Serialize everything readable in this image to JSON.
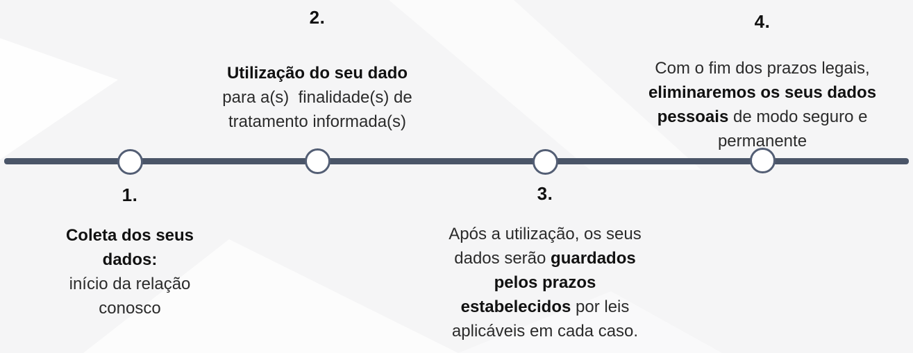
{
  "diagram_title": "data-lifecycle-timeline",
  "colors": {
    "background": "#f5f5f6",
    "background_shape": "#ffffff",
    "line": "#4a5568",
    "node_border": "#535e74",
    "node_fill": "#ffffff",
    "text": "#2b2b2b",
    "bold_text": "#111111"
  },
  "timeline": {
    "node_count": 4,
    "orientation": "horizontal"
  },
  "steps": [
    {
      "number": "1.",
      "position": "below",
      "lines": [
        [
          {
            "text": "Coleta dos seus",
            "bold": true
          }
        ],
        [
          {
            "text": "dados:",
            "bold": true
          }
        ],
        [
          {
            "text": "início da relação",
            "bold": false
          }
        ],
        [
          {
            "text": "conosco",
            "bold": false
          }
        ]
      ]
    },
    {
      "number": "2.",
      "position": "above",
      "lines": [
        [
          {
            "text": "Utilização do seu dado",
            "bold": true
          }
        ],
        [
          {
            "text": "para a(s)  finalidade(s) de",
            "bold": false
          }
        ],
        [
          {
            "text": "tratamento informada(s)",
            "bold": false
          }
        ]
      ]
    },
    {
      "number": "3.",
      "position": "below",
      "lines": [
        [
          {
            "text": "Após a utilização, os seus",
            "bold": false
          }
        ],
        [
          {
            "text": "dados serão ",
            "bold": false
          },
          {
            "text": "guardados",
            "bold": true
          }
        ],
        [
          {
            "text": "pelos prazos",
            "bold": true
          }
        ],
        [
          {
            "text": "estabelecidos",
            "bold": true
          },
          {
            "text": " por leis",
            "bold": false
          }
        ],
        [
          {
            "text": "aplicáveis em cada caso.",
            "bold": false
          }
        ]
      ]
    },
    {
      "number": "4.",
      "position": "above",
      "lines": [
        [
          {
            "text": "Com o fim dos prazos legais,",
            "bold": false
          }
        ],
        [
          {
            "text": "eliminaremos os seus dados",
            "bold": true
          }
        ],
        [
          {
            "text": "pessoais",
            "bold": true
          },
          {
            "text": " de modo seguro e",
            "bold": false
          }
        ],
        [
          {
            "text": "permanente",
            "bold": false
          }
        ]
      ]
    }
  ]
}
